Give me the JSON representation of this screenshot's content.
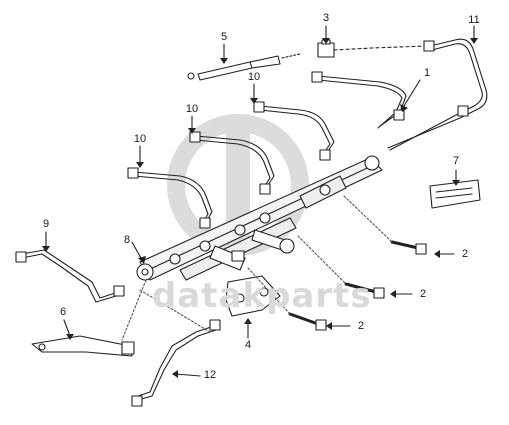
{
  "watermark": {
    "text": "datakparts",
    "icon_name": "dp-logo-icon",
    "color": "#d9d9d9"
  },
  "callouts": {
    "c1": "1",
    "c2a": "2",
    "c2b": "2",
    "c2c": "2",
    "c3": "3",
    "c4": "4",
    "c5": "5",
    "c6": "6",
    "c7": "7",
    "c8": "8",
    "c9": "9",
    "c10a": "10",
    "c10b": "10",
    "c10c": "10",
    "c11": "11",
    "c12": "12"
  },
  "parts": [
    "fuel-rail-assembly",
    "mounting-bolt",
    "fitting",
    "bracket",
    "glow-plug",
    "support-bracket",
    "label",
    "pressure-sensor",
    "fuel-line",
    "injector-line",
    "return-line",
    "supply-line"
  ]
}
